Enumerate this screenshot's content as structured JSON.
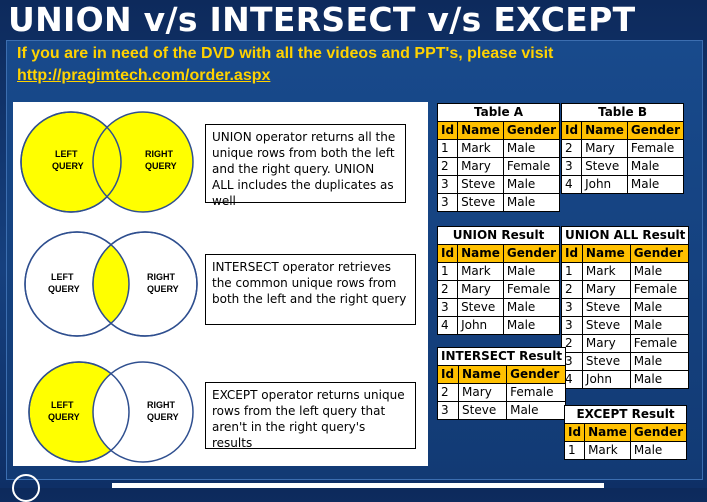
{
  "title": "UNION v/s INTERSECT v/s EXCEPT",
  "promo": {
    "text": "If you are in need of the DVD with all the videos and PPT's, please visit",
    "link": "http://pragimtech.com/order.aspx"
  },
  "venn": {
    "left_label_1": "LEFT",
    "left_label_2": "QUERY",
    "right_label_1": "RIGHT",
    "right_label_2": "QUERY"
  },
  "descriptions": {
    "union": "UNION operator returns all the unique rows from both the left and the right query. UNION ALL includes the duplicates as well",
    "intersect": "INTERSECT operator retrieves the common unique rows from both the left and the right query",
    "except": "EXCEPT operator returns unique rows from the left query that aren't in the right query's results"
  },
  "headers": {
    "id": "Id",
    "name": "Name",
    "gender": "Gender"
  },
  "tables": {
    "table_a": {
      "caption": "Table A",
      "rows": [
        [
          "1",
          "Mark",
          "Male"
        ],
        [
          "2",
          "Mary",
          "Female"
        ],
        [
          "3",
          "Steve",
          "Male"
        ],
        [
          "3",
          "Steve",
          "Male"
        ]
      ]
    },
    "table_b": {
      "caption": "Table B",
      "rows": [
        [
          "2",
          "Mary",
          "Female"
        ],
        [
          "3",
          "Steve",
          "Male"
        ],
        [
          "4",
          "John",
          "Male"
        ]
      ]
    },
    "union_result": {
      "caption": "UNION Result",
      "rows": [
        [
          "1",
          "Mark",
          "Male"
        ],
        [
          "2",
          "Mary",
          "Female"
        ],
        [
          "3",
          "Steve",
          "Male"
        ],
        [
          "4",
          "John",
          "Male"
        ]
      ]
    },
    "union_all_result": {
      "caption": "UNION ALL Result",
      "rows": [
        [
          "1",
          "Mark",
          "Male"
        ],
        [
          "2",
          "Mary",
          "Female"
        ],
        [
          "3",
          "Steve",
          "Male"
        ],
        [
          "3",
          "Steve",
          "Male"
        ],
        [
          "2",
          "Mary",
          "Female"
        ],
        [
          "3",
          "Steve",
          "Male"
        ],
        [
          "4",
          "John",
          "Male"
        ]
      ]
    },
    "intersect_result": {
      "caption": "INTERSECT Result",
      "rows": [
        [
          "2",
          "Mary",
          "Female"
        ],
        [
          "3",
          "Steve",
          "Male"
        ]
      ]
    },
    "except_result": {
      "caption": "EXCEPT Result",
      "rows": [
        [
          "1",
          "Mark",
          "Male"
        ]
      ]
    }
  },
  "colors": {
    "yellow": "#ffff00",
    "header_orange": "#ffc000",
    "background_blue": "#123a74",
    "promo_yellow": "#ffd200"
  }
}
